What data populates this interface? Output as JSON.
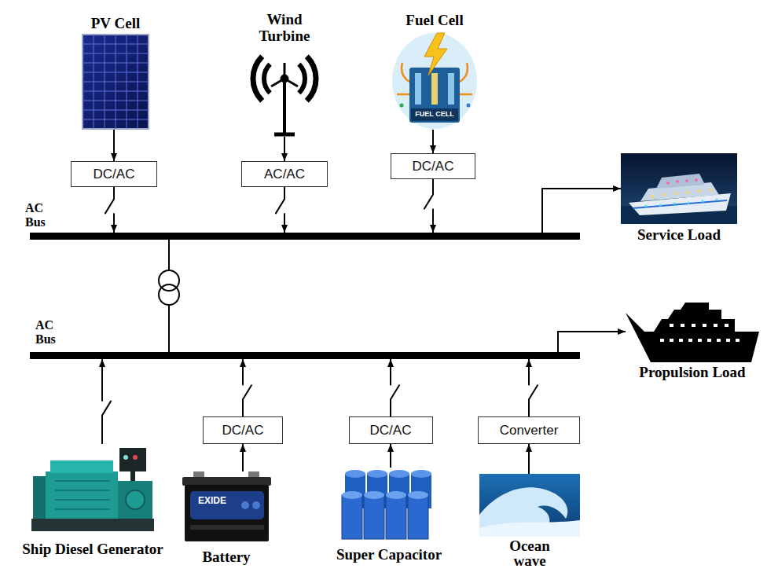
{
  "diagram": {
    "nodes": [
      {
        "text": [
          "PV Cell"
        ]
      },
      {
        "text": [
          "Wind Turbine"
        ]
      },
      {
        "text": [
          "Fuel Cell"
        ]
      },
      {
        "text": [
          "DC/AC"
        ]
      },
      {
        "text": [
          "AC/AC"
        ]
      },
      {
        "text": [
          "DC/AC"
        ]
      },
      {
        "text": [
          "AC Bus"
        ]
      },
      {
        "text": [
          "Service Load"
        ]
      },
      {
        "text": [
          "AC Bus"
        ]
      },
      {
        "text": [
          "Propulsion Load"
        ]
      },
      {
        "text": [
          "DC/AC"
        ]
      },
      {
        "text": [
          "DC/AC"
        ]
      },
      {
        "text": [
          "Converter"
        ]
      },
      {
        "text": [
          "Ship Diesel Generator"
        ]
      },
      {
        "text": [
          "Battery"
        ]
      },
      {
        "text": [
          "Super Capacitor"
        ]
      },
      {
        "text": [
          "Ocean wave"
        ]
      }
    ],
    "edges": [
      {
        "from": 0,
        "to": 3,
        "arrow": "to"
      },
      {
        "from": 3,
        "to": 6,
        "arrow": "to"
      },
      {
        "from": 1,
        "to": 4,
        "arrow": "to"
      },
      {
        "from": 4,
        "to": 6,
        "arrow": "to"
      },
      {
        "from": 2,
        "to": 5,
        "arrow": "to"
      },
      {
        "from": 5,
        "to": 6,
        "arrow": "to"
      },
      {
        "from": 6,
        "to": 7,
        "arrow": "to"
      },
      {
        "from": 6,
        "to": 8,
        "arrow": "none"
      },
      {
        "from": 8,
        "to": 9,
        "arrow": "to"
      },
      {
        "from": 13,
        "to": 8,
        "arrow": "to"
      },
      {
        "from": 14,
        "to": 10,
        "arrow": "to"
      },
      {
        "from": 10,
        "to": 8,
        "arrow": "to"
      },
      {
        "from": 15,
        "to": 11,
        "arrow": "to"
      },
      {
        "from": 11,
        "to": 8,
        "arrow": "to"
      },
      {
        "from": 16,
        "to": 12,
        "arrow": "to"
      },
      {
        "from": 12,
        "to": 8,
        "arrow": "to"
      }
    ],
    "labels": [
      "FUEL CELL",
      "EXIDE"
    ]
  }
}
